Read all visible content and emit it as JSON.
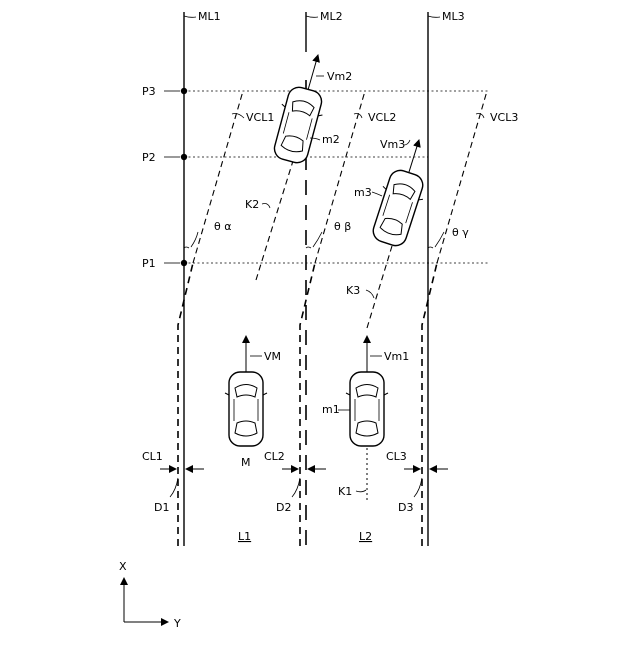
{
  "lane_markings": {
    "ml1": "ML1",
    "ml2": "ML2",
    "ml3": "ML3"
  },
  "positions": {
    "p1": "P1",
    "p2": "P2",
    "p3": "P3"
  },
  "virtual_center_lines": {
    "vcl1": "VCL1",
    "vcl2": "VCL2",
    "vcl3": "VCL3"
  },
  "trajectories": {
    "k1": "K1",
    "k2": "K2",
    "k3": "K3"
  },
  "angles": {
    "alpha": "θ α",
    "beta": "θ β",
    "gamma": "θ γ"
  },
  "center_lines": {
    "cl1": "CL1",
    "cl2": "CL2",
    "cl3": "CL3"
  },
  "distances": {
    "d1": "D1",
    "d2": "D2",
    "d3": "D3"
  },
  "lanes": {
    "l1": "L1",
    "l2": "L2"
  },
  "vehicles": {
    "own": {
      "label": "M",
      "velocity": "VM"
    },
    "m1": {
      "label": "m1",
      "velocity": "Vm1"
    },
    "m2": {
      "label": "m2",
      "velocity": "Vm2"
    },
    "m3": {
      "label": "m3",
      "velocity": "Vm3"
    }
  },
  "axes": {
    "x": "X",
    "y": "Y"
  }
}
